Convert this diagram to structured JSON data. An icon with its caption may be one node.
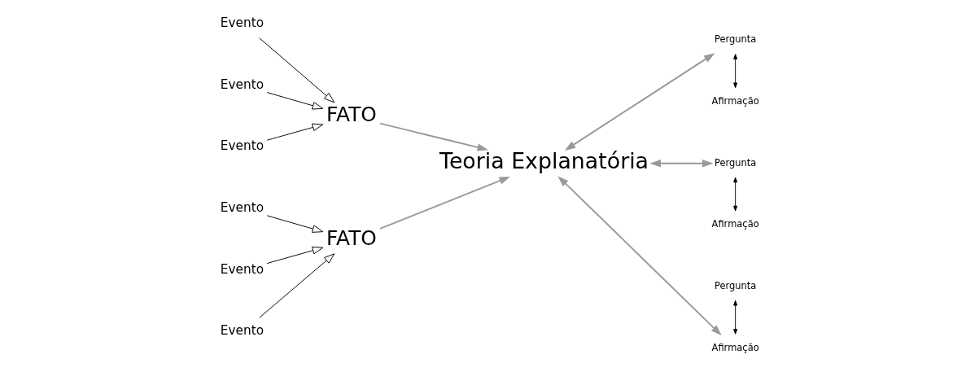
{
  "diagram": {
    "nodes": [
      {
        "text": [
          "Evento"
        ]
      },
      {
        "text": [
          "Evento"
        ]
      },
      {
        "text": [
          "Evento"
        ]
      },
      {
        "text": [
          "FATO"
        ]
      },
      {
        "text": [
          "Evento"
        ]
      },
      {
        "text": [
          "Evento"
        ]
      },
      {
        "text": [
          "Evento"
        ]
      },
      {
        "text": [
          "FATO"
        ]
      },
      {
        "text": [
          "Teoria Explanatória"
        ]
      },
      {
        "text": [
          "Pergunta"
        ]
      },
      {
        "text": [
          "Afirmação"
        ]
      },
      {
        "text": [
          "Pergunta"
        ]
      },
      {
        "text": [
          "Afirmação"
        ]
      },
      {
        "text": [
          "Pergunta"
        ]
      },
      {
        "text": [
          "Afirmação"
        ]
      }
    ],
    "edges": [
      {
        "from": 0,
        "to": 3,
        "arrow": "to"
      },
      {
        "from": 1,
        "to": 3,
        "arrow": "to"
      },
      {
        "from": 2,
        "to": 3,
        "arrow": "to"
      },
      {
        "from": 4,
        "to": 7,
        "arrow": "to"
      },
      {
        "from": 5,
        "to": 7,
        "arrow": "to"
      },
      {
        "from": 6,
        "to": 7,
        "arrow": "to"
      },
      {
        "from": 3,
        "to": 8,
        "arrow": "to",
        "color": "#999999"
      },
      {
        "from": 7,
        "to": 8,
        "arrow": "to",
        "color": "#999999"
      },
      {
        "from": 8,
        "to": 9,
        "arrow": "both",
        "color": "#999999"
      },
      {
        "from": 8,
        "to": 11,
        "arrow": "both",
        "color": "#999999"
      },
      {
        "from": 8,
        "to": 14,
        "arrow": "both",
        "color": "#999999"
      },
      {
        "from": 9,
        "to": 10,
        "arrow": "both"
      },
      {
        "from": 11,
        "to": 12,
        "arrow": "both"
      },
      {
        "from": 13,
        "to": 14,
        "arrow": "both"
      }
    ]
  }
}
